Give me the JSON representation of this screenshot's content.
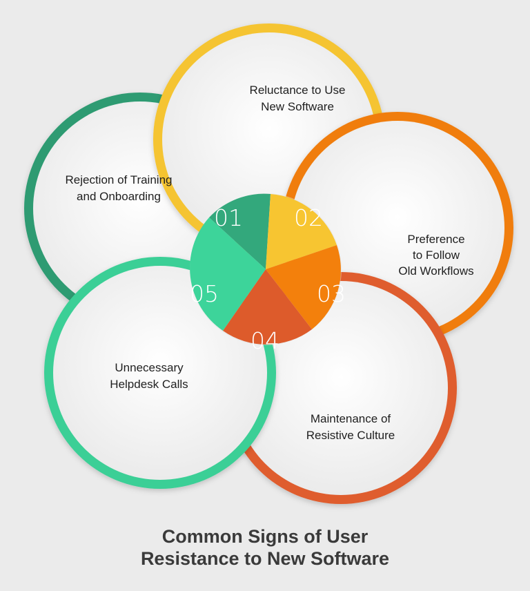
{
  "colors": {
    "background": "#ebebeb",
    "petal_fill": "#f7f7f7",
    "title_text": "#3a3a3a"
  },
  "petals": [
    {
      "number": "01",
      "label_lines": [
        "Rejection of Training",
        "and Onboarding"
      ],
      "color": "#2e9b72",
      "center_color": "#33a87c"
    },
    {
      "number": "02",
      "label_lines": [
        "Reluctance to Use",
        "New Software"
      ],
      "color": "#f5c430",
      "center_color": "#f7c531"
    },
    {
      "number": "03",
      "label_lines": [
        "Preference",
        "to Follow",
        "Old Workflows"
      ],
      "color": "#f07d0b",
      "center_color": "#f3800c"
    },
    {
      "number": "04",
      "label_lines": [
        "Maintenance of",
        "Resistive Culture"
      ],
      "color": "#df5d2e",
      "center_color": "#dd5b2b"
    },
    {
      "number": "05",
      "label_lines": [
        "Unnecessary",
        "Helpdesk Calls"
      ],
      "color": "#3bcf96",
      "center_color": "#3dd49a"
    }
  ],
  "title_lines": [
    "Common Signs of User",
    "Resistance to New Software"
  ]
}
